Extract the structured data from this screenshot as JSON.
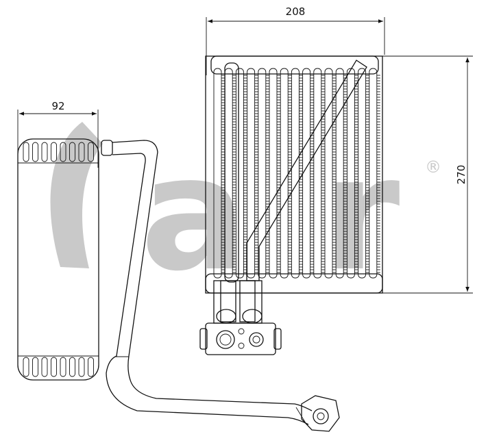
{
  "dimensions": {
    "width_label": "208",
    "height_label": "270",
    "depth_label": "92"
  },
  "watermark": {
    "letters": [
      "c",
      "a",
      "r"
    ],
    "registered_mark": "®",
    "color": "#c9c9c9"
  },
  "colors": {
    "line": "#111111",
    "background": "#ffffff"
  }
}
